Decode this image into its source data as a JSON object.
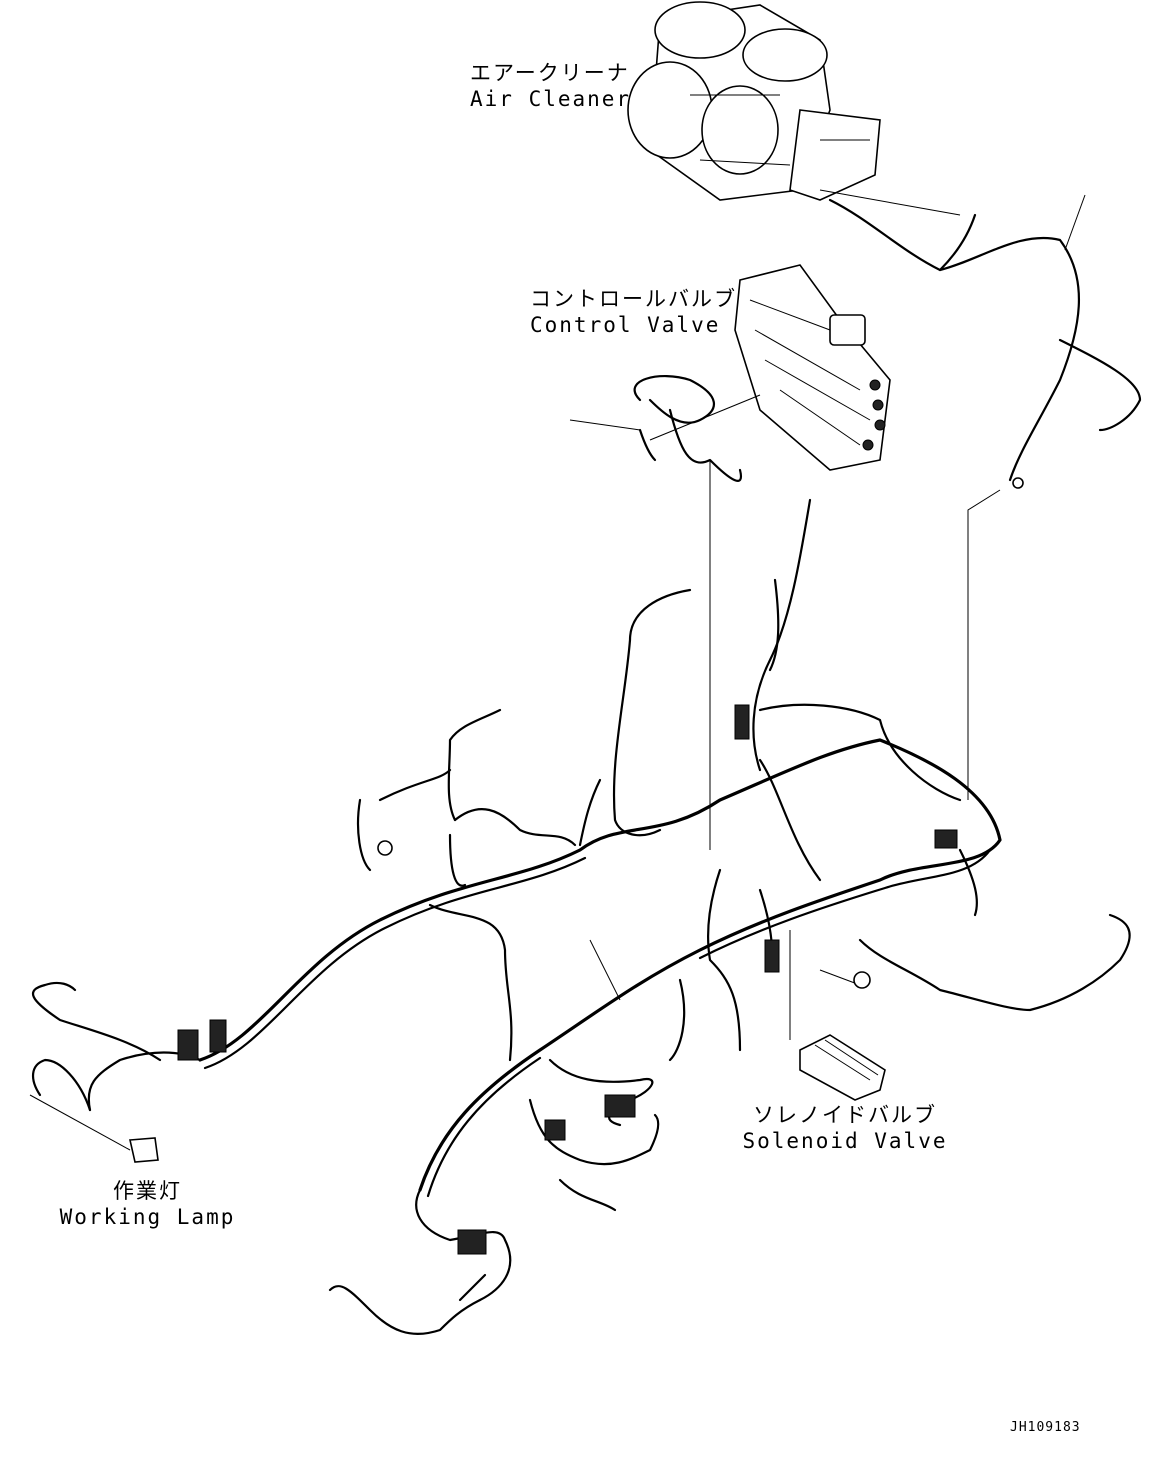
{
  "labels": {
    "air_cleaner": {
      "jp": "エアークリーナ",
      "en": "Air Cleaner"
    },
    "control_valve": {
      "jp": "コントロールバルブ",
      "en": "Control Valve"
    },
    "solenoid_valve": {
      "jp": "ソレノイドバルブ",
      "en": "Solenoid Valve"
    },
    "working_lamp": {
      "jp": "作業灯",
      "en": "Working Lamp"
    }
  },
  "doc_id": "JH109183"
}
